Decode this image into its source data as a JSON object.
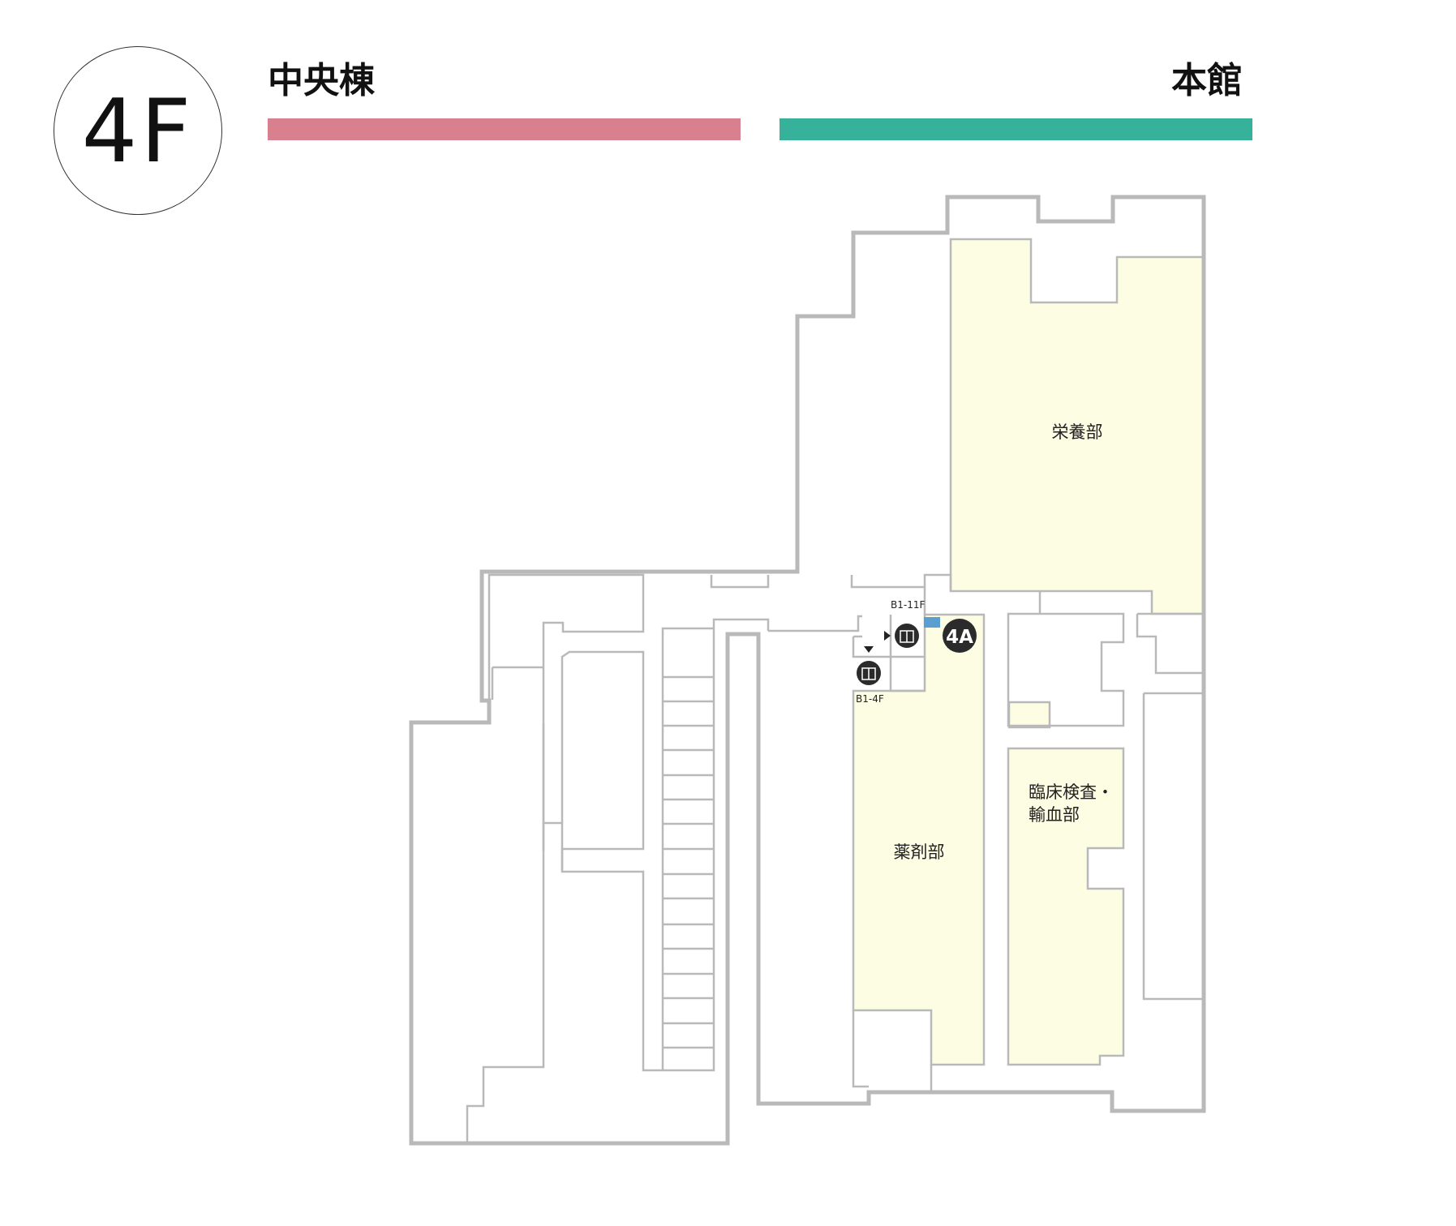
{
  "floor": {
    "label": "4F"
  },
  "buildings": [
    {
      "name": "中央棟",
      "color": "#d9808f"
    },
    {
      "name": "本館",
      "color": "#36b29b"
    }
  ],
  "rooms": {
    "nutrition": "栄養部",
    "pharmacy": "薬剤部",
    "lab_line1": "臨床検査・",
    "lab_line2": "輸血部"
  },
  "elevators": {
    "main_range": "B1-11F",
    "sub_range": "B1-4F"
  },
  "marker": {
    "label": "4A"
  },
  "colors": {
    "wall": "#b9b9b9",
    "room_fill": "#fdfde4",
    "marker_fill": "#2b2b2b",
    "accent_blue": "#5b9fd0"
  }
}
